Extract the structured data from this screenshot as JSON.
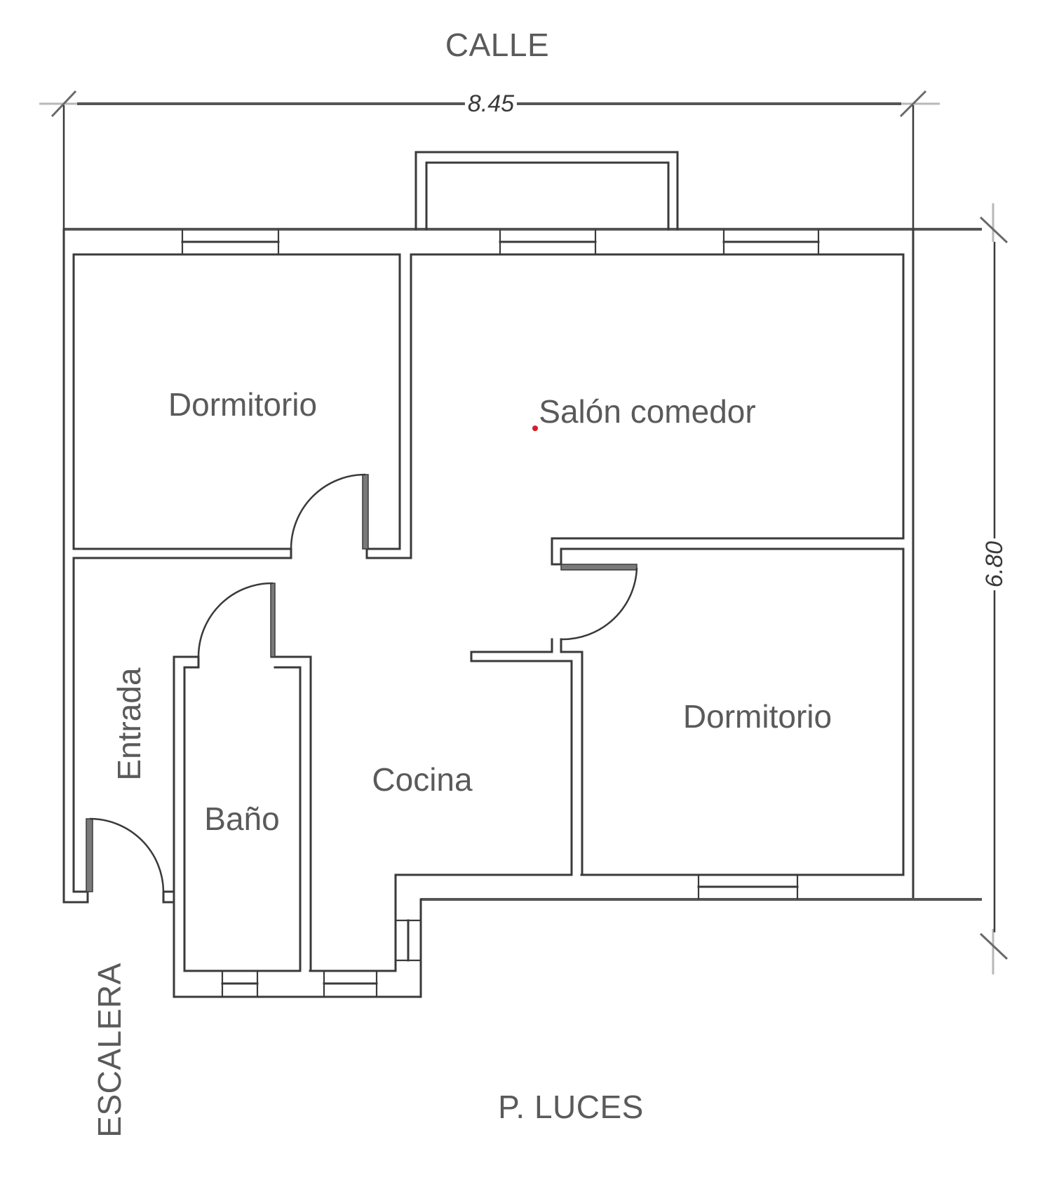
{
  "plan": {
    "site_labels": {
      "top": "CALLE",
      "bottom": "P. LUCES",
      "left": "ESCALERA"
    },
    "dimensions": {
      "width": "8.45",
      "height": "6.80"
    },
    "rooms": [
      {
        "id": "dormitorio-1",
        "label": "Dormitorio"
      },
      {
        "id": "salon-comedor",
        "label": "Salón comedor"
      },
      {
        "id": "dormitorio-2",
        "label": "Dormitorio"
      },
      {
        "id": "cocina",
        "label": "Cocina"
      },
      {
        "id": "bano",
        "label": "Baño"
      },
      {
        "id": "entrada",
        "label": "Entrada"
      }
    ],
    "colors": {
      "wall": "#3a3a3a",
      "text": "#5a5a5a",
      "marker": "#d0202a",
      "background": "#ffffff"
    }
  }
}
